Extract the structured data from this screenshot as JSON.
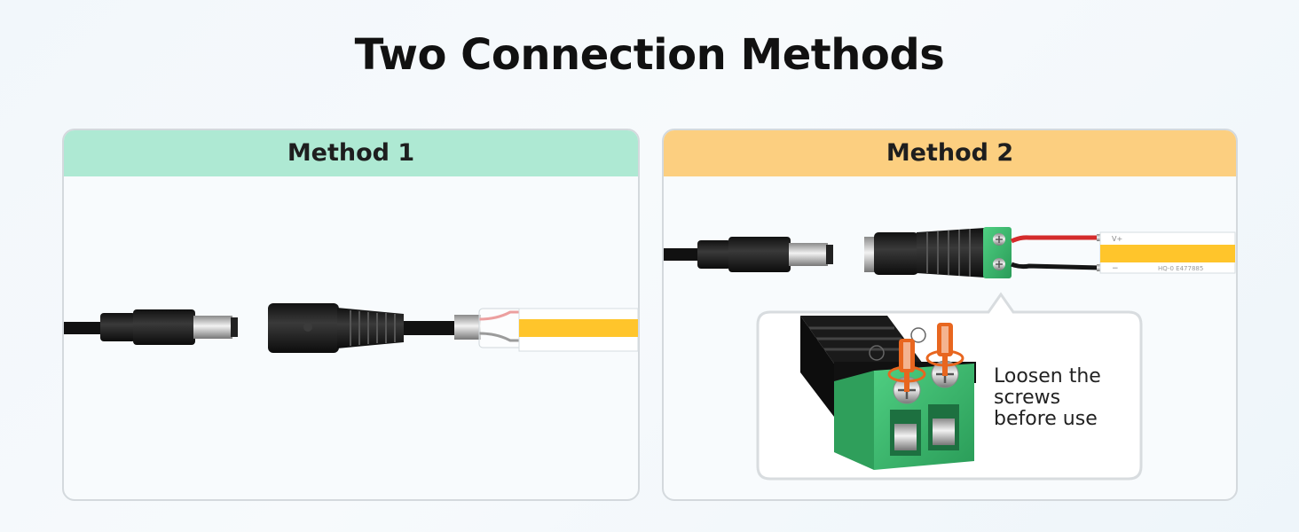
{
  "title": "Two Connection Methods",
  "method1": {
    "label": "Method 1"
  },
  "method2": {
    "label": "Method 2"
  },
  "strip": {
    "pos_label": "V+",
    "neg_label": "−",
    "print_text": "HQ-0 E477885"
  },
  "callout": {
    "line1": "Loosen the",
    "line2": "screws",
    "line3": "before use"
  },
  "colors": {
    "method1_header": "#aee9d3",
    "method2_header": "#fccf80",
    "led_yellow": "#ffc52b",
    "terminal_green": "#3bb86c",
    "wire_red": "#d42b2b",
    "screwdriver": "#e8661f"
  }
}
